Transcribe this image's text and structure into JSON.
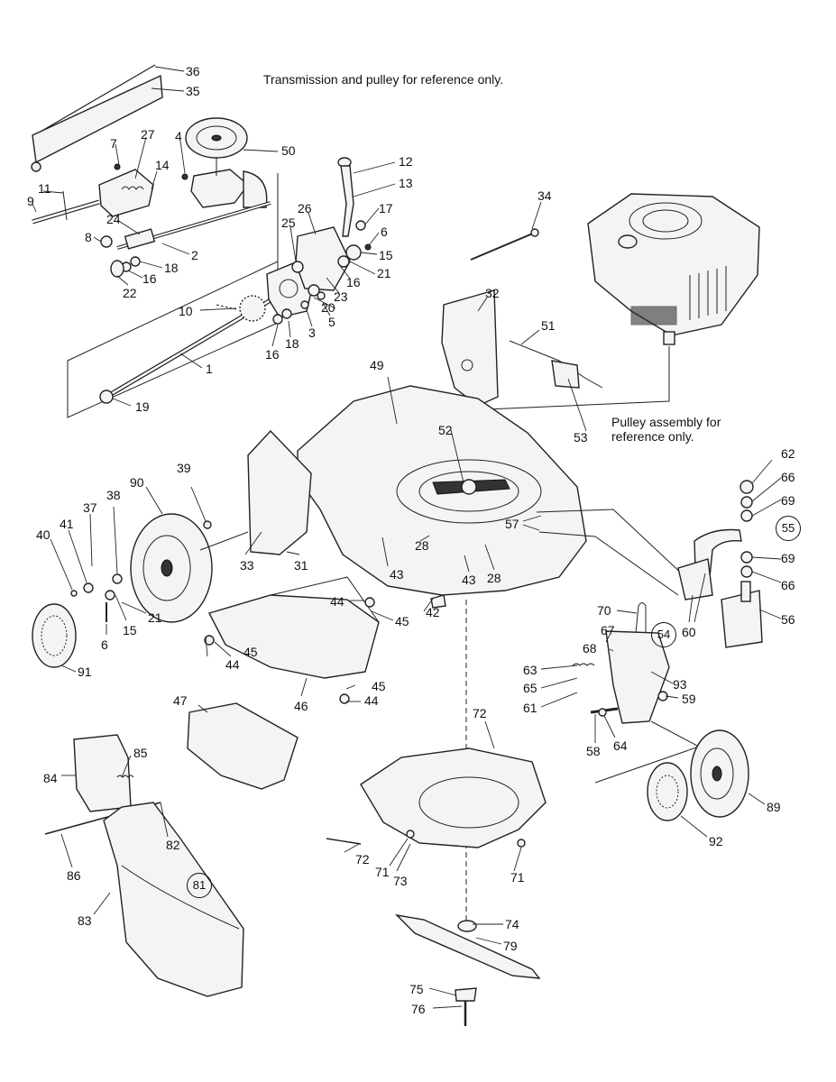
{
  "notes": {
    "transmission": "Transmission and pulley for reference only.",
    "pulley": "Pulley assembly for reference only."
  },
  "labels": [
    "36",
    "35",
    "27",
    "7",
    "4",
    "14",
    "11",
    "9",
    "24",
    "8",
    "2",
    "18",
    "16",
    "22",
    "50",
    "12",
    "13",
    "17",
    "6",
    "15",
    "21",
    "16",
    "23",
    "20",
    "26",
    "25",
    "5",
    "3",
    "18",
    "16",
    "10",
    "1",
    "19",
    "34",
    "32",
    "51",
    "49",
    "53",
    "52",
    "62",
    "66",
    "69",
    "55",
    "69",
    "66",
    "56",
    "57",
    "60",
    "28",
    "43",
    "43",
    "28",
    "39",
    "90",
    "38",
    "37",
    "41",
    "40",
    "33",
    "31",
    "21",
    "15",
    "6",
    "91",
    "44",
    "45",
    "42",
    "45",
    "44",
    "46",
    "44",
    "45",
    "70",
    "54",
    "67",
    "68",
    "63",
    "65",
    "61",
    "93",
    "59",
    "58",
    "64",
    "72",
    "47",
    "85",
    "84",
    "82",
    "86",
    "81",
    "83",
    "89",
    "92",
    "72",
    "71",
    "73",
    "71",
    "74",
    "79",
    "75",
    "76"
  ],
  "circled": [
    "55",
    "54",
    "81"
  ]
}
